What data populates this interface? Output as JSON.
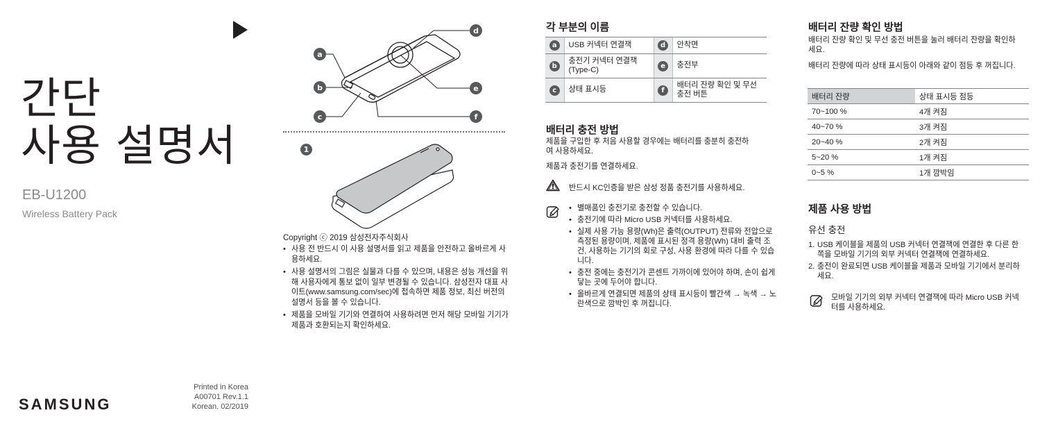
{
  "cover": {
    "title_line1": "간단",
    "title_line2": "사용 설명서",
    "model": "EB-U1200",
    "subtitle": "Wireless Battery Pack",
    "logo": "SAMSUNG",
    "print_info": [
      "Printed in Korea",
      "A00701 Rev.1.1",
      "Korean. 02/2019"
    ]
  },
  "diagram": {
    "callouts": [
      "a",
      "b",
      "c",
      "d",
      "e",
      "f"
    ],
    "step_number": "1"
  },
  "copyright": {
    "text": "Copyright ⓒ 2019 삼성전자주식회사",
    "bullets": [
      "사용 전 반드시 이 사용 설명서를 읽고 제품을 안전하고 올바르게 사용하세요.",
      "사용 설명서의 그림은 실물과 다를 수 있으며, 내용은 성능 개선을 위해 사용자에게 통보 없이 일부 변경될 수 있습니다. 삼성전자 대표 사이트(www.samsung.com/sec)에 접속하면 제품 정보, 최신 버전의 설명서 등을 볼 수 있습니다.",
      "제품을 모바일 기기와 연결하여 사용하려면 먼저 해당 모바일 기기가 제품과 호환되는지 확인하세요."
    ]
  },
  "parts": {
    "title": "각 부분의 이름",
    "rows": [
      {
        "k1": "a",
        "v1": "USB 커넥터 연결잭",
        "k2": "d",
        "v2": "안착면"
      },
      {
        "k1": "b",
        "v1": "충전기 커넥터 연결잭 (Type-C)",
        "k2": "e",
        "v2": "충전부"
      },
      {
        "k1": "c",
        "v1": "상태 표시등",
        "k2": "f",
        "v2": "배터리 잔량 확인 및 무선 충전 버튼"
      }
    ]
  },
  "charging": {
    "title": "배터리 충전 방법",
    "p1": "제품을 구입한 후 처음 사용할 경우에는 배터리를 충분히 충전하여 사용하세요.",
    "p2": "제품과 충전기를 연결하세요.",
    "warning": "반드시 KC인증을 받은 삼성 정품 충전기를 사용하세요.",
    "notes": [
      "별매품인 충전기로 충전할 수 있습니다.",
      "충전기에 따라 Micro USB 커넥터를 사용하세요.",
      "실제 사용 가능 용량(Wh)은 출력(OUTPUT) 전류와 전압으로 측정된 용량이며, 제품에 표시된 정격 용량(Wh) 대비 출력 조건, 사용하는 기기의 회로 구성, 사용 환경에 따라 다를 수 있습니다.",
      "충전 중에는 충전기가 콘센트 가까이에 있어야 하며, 손이 쉽게 닿는 곳에 두어야 합니다.",
      "올바르게 연결되면 제품의 상태 표시등이 빨간색 → 녹색 → 노란색으로 깜박인 후 꺼집니다."
    ]
  },
  "battery_check": {
    "title": "배터리 잔량 확인 방법",
    "p1": "배터리 잔량 확인 및 무선 충전 버튼을 눌러 배터리 잔량을 확인하세요.",
    "p2": "배터리 잔량에 따라 상태 표시등이 아래와 같이 점등 후 꺼집니다.",
    "table": {
      "headers": [
        "배터리 잔량",
        "상태 표시등 점등"
      ],
      "rows": [
        [
          "70~100 %",
          "4개 켜짐"
        ],
        [
          "40~70 %",
          "3개 켜짐"
        ],
        [
          "20~40 %",
          "2개 켜짐"
        ],
        [
          "5~20 %",
          "1개 켜짐"
        ],
        [
          "0~5 %",
          "1개 깜박임"
        ]
      ]
    }
  },
  "usage": {
    "title": "제품 사용 방법",
    "subtitle": "유선 충전",
    "steps": [
      {
        "num": "1.",
        "text": "USB 케이블을 제품의 USB 커넥터 연결잭에 연결한 후 다른 한 쪽을 모바일 기기의 외부 커넥터 연결잭에 연결하세요."
      },
      {
        "num": "2.",
        "text": "충전이 완료되면 USB 케이블을 제품과 모바일 기기에서 분리하세요."
      }
    ],
    "note": "모바일 기기의 외부 커넥터 연결잭에 따라 Micro USB 커넥터를 사용하세요."
  },
  "colors": {
    "text": "#231f20",
    "gray_text": "#8a8a8a",
    "badge": "#58595b",
    "table_key_bg": "#e6e7e8",
    "table_header_bg": "#d1d3d4",
    "rule": "#808285"
  }
}
